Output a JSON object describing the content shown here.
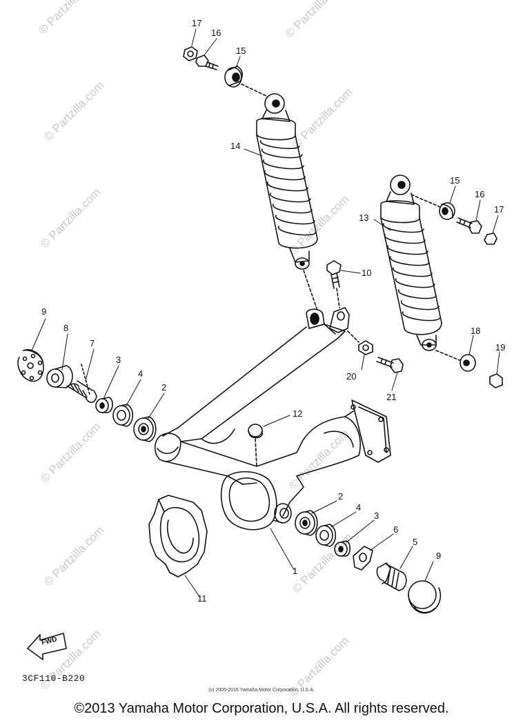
{
  "diagram": {
    "part_labels": [
      "17",
      "16",
      "15",
      "14",
      "15",
      "16",
      "17",
      "13",
      "10",
      "9",
      "8",
      "7",
      "3",
      "4",
      "2",
      "12",
      "20",
      "21",
      "18",
      "19",
      "2",
      "4",
      "3",
      "6",
      "5",
      "9",
      "1",
      "11"
    ],
    "watermarks": [
      "© Partzilla.com",
      "© Partzilla.com",
      "© Partzilla.com",
      "© Partzilla.com",
      "© Partzilla.com",
      "© Partzilla.com",
      "© Partzilla.com",
      "© Partzilla.com",
      "© Partzilla.com",
      "© Partzilla.com",
      "© Partzilla.com",
      "© Partzilla.com"
    ],
    "fwd_label": "FWD",
    "diagram_code": "3CF110-B220",
    "copyright_small": "(c) 2005-2016 Yamaha Motor Corporation, U.S.A.",
    "copyright_main": "©2013 Yamaha Motor Corporation, U.S.A. All rights reserved."
  }
}
